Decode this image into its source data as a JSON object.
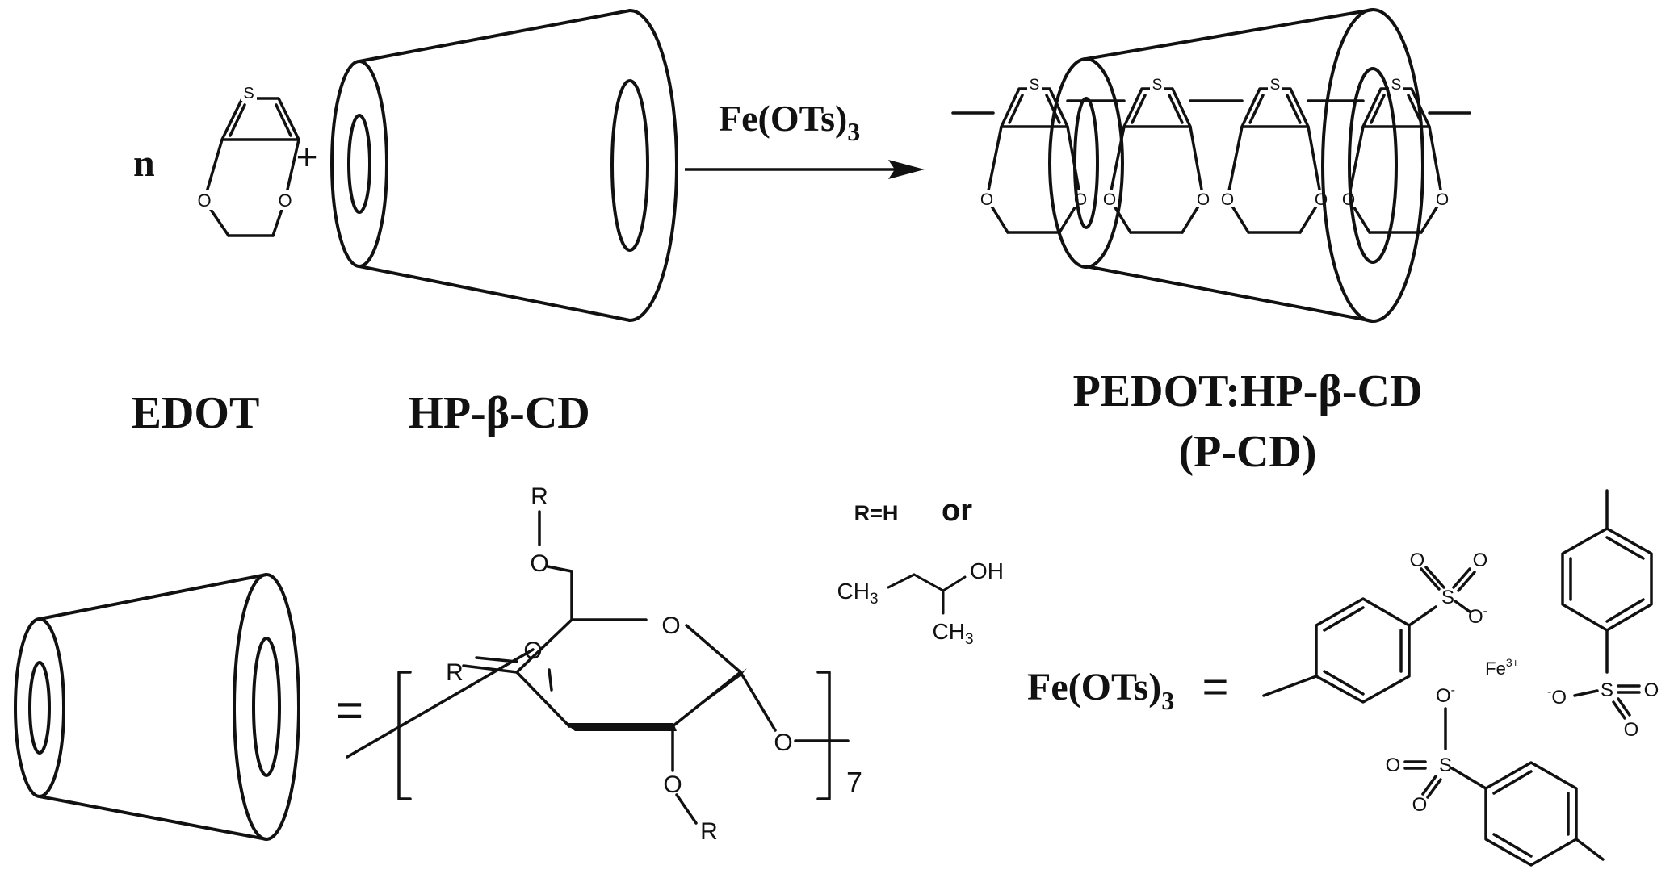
{
  "reaction": {
    "coefficient": "n",
    "plus": "+",
    "reagent": "Fe(OTs)",
    "reagent_subscript": "3"
  },
  "atoms": {
    "sulfur": "S",
    "oxygen": "O",
    "fe_ion": "Fe",
    "fe_charge": "3+",
    "oh": "OH",
    "ch": "CH",
    "three": "3",
    "o_minus": "-"
  },
  "labels": {
    "edot": "EDOT",
    "hp_cd": "HP-β-CD",
    "product_line1": "PEDOT:HP-β-CD",
    "product_line2": "(P-CD)"
  },
  "legend": {
    "equals": "=",
    "r_group": "R",
    "r_eq_h": "R=H",
    "or": "or",
    "repeat": "7",
    "fe_ots": "Fe(OTs)",
    "fe_ots_sub": "3"
  },
  "colors": {
    "ink": "#111111",
    "background": "#ffffff"
  }
}
